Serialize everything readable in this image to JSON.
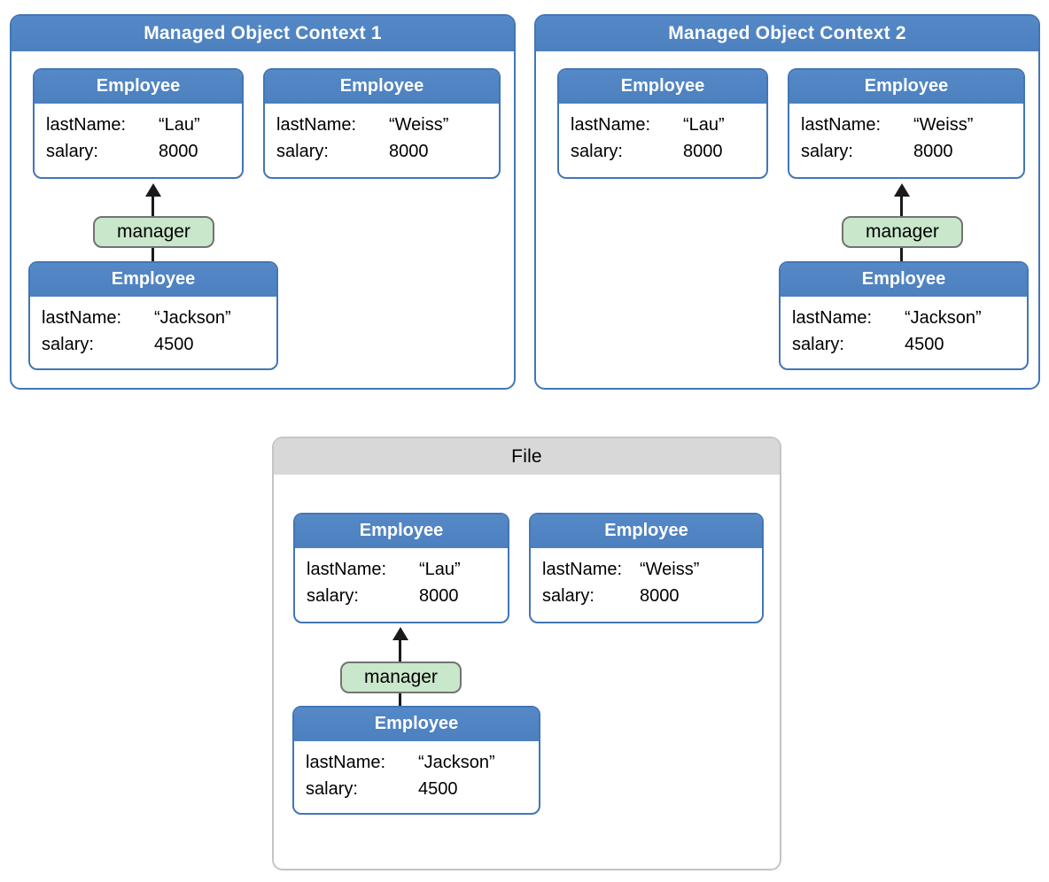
{
  "colors": {
    "blue_fill": "#4C80BE",
    "blue_fill_light": "#5588C6",
    "blue_border": "#4276B6",
    "green_fill": "#C9E7CA",
    "green_border": "#737373",
    "gray_header": "#D8D8D8",
    "gray_border": "#C4C4C4",
    "arrow": "#1A1A1A"
  },
  "panels": [
    {
      "title": "Managed Object Context 1",
      "employees": [
        {
          "entity": "Employee",
          "rows": [
            {
              "label": "lastName:",
              "value": "“Lau”"
            },
            {
              "label": "salary:",
              "value": "8000"
            }
          ]
        },
        {
          "entity": "Employee",
          "rows": [
            {
              "label": "lastName:",
              "value": "“Weiss”"
            },
            {
              "label": "salary:",
              "value": "8000"
            }
          ]
        },
        {
          "entity": "Employee",
          "rows": [
            {
              "label": "lastName:",
              "value": "“Jackson”"
            },
            {
              "label": "salary:",
              "value": "4500"
            }
          ]
        }
      ],
      "relationship": {
        "label": "manager"
      }
    },
    {
      "title": "Managed Object Context 2",
      "employees": [
        {
          "entity": "Employee",
          "rows": [
            {
              "label": "lastName:",
              "value": "“Lau”"
            },
            {
              "label": "salary:",
              "value": "8000"
            }
          ]
        },
        {
          "entity": "Employee",
          "rows": [
            {
              "label": "lastName:",
              "value": "“Weiss”"
            },
            {
              "label": "salary:",
              "value": "8000"
            }
          ]
        },
        {
          "entity": "Employee",
          "rows": [
            {
              "label": "lastName:",
              "value": "“Jackson”"
            },
            {
              "label": "salary:",
              "value": "4500"
            }
          ]
        }
      ],
      "relationship": {
        "label": "manager"
      }
    },
    {
      "title": "File",
      "employees": [
        {
          "entity": "Employee",
          "rows": [
            {
              "label": "lastName:",
              "value": "“Lau”"
            },
            {
              "label": "salary:",
              "value": "8000"
            }
          ]
        },
        {
          "entity": "Employee",
          "rows": [
            {
              "label": "lastName:",
              "value": "“Weiss”"
            },
            {
              "label": "salary:",
              "value": "8000"
            }
          ]
        },
        {
          "entity": "Employee",
          "rows": [
            {
              "label": "lastName:",
              "value": "“Jackson”"
            },
            {
              "label": "salary:",
              "value": "4500"
            }
          ]
        }
      ],
      "relationship": {
        "label": "manager"
      }
    }
  ]
}
